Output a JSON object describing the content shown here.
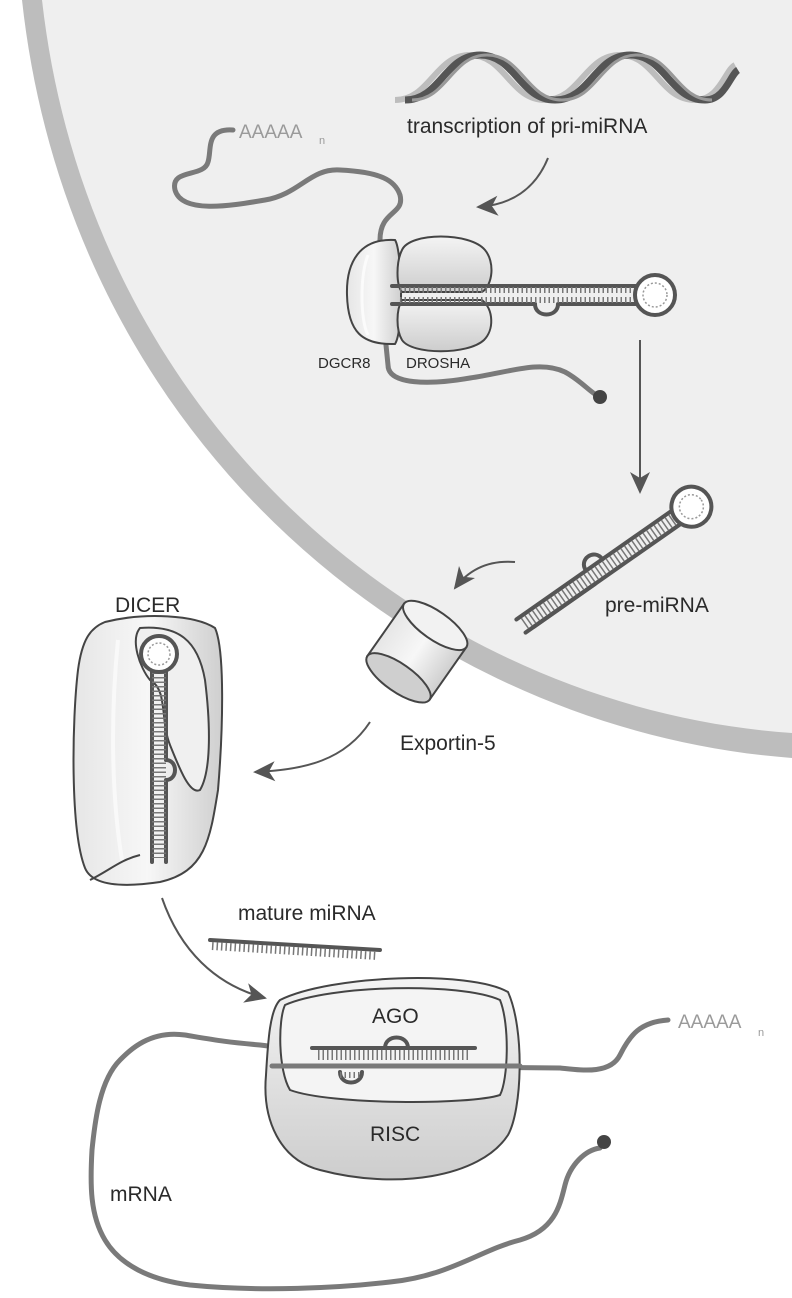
{
  "labels": {
    "transcription": "transcription of pri-miRNA",
    "dgcr8": "DGCR8",
    "drosha": "DROSHA",
    "pre_mirna": "pre-miRNA",
    "dicer": "DICER",
    "exportin": "Exportin-5",
    "mature_mirna": "mature miRNA",
    "ago": "AGO",
    "risc": "RISC",
    "mrna": "mRNA"
  },
  "poly_a": {
    "text": "AAAAA",
    "subscript": "n"
  },
  "colors": {
    "nucleus_fill": "#efefef",
    "nucleus_edge": "#b4b4b4",
    "rna_strand": "#7a7a7a",
    "protein_outline": "#444444"
  }
}
